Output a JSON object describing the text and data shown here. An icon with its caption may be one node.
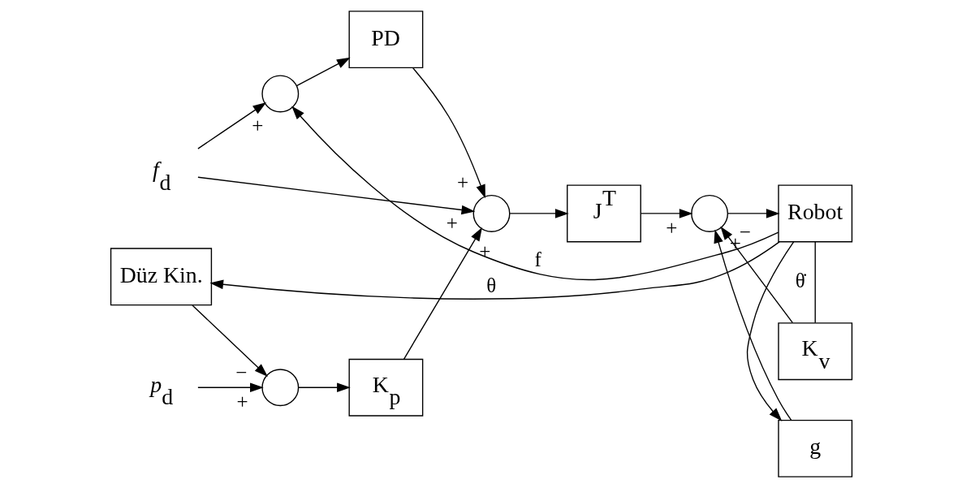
{
  "diagram": {
    "nodes": [
      {
        "text": [
          "*f*$_{d}$"
        ]
      },
      {
        "text": [],
        "shape": "circle"
      },
      {
        "text": [
          "PD"
        ]
      },
      {
        "text": [],
        "shape": "circle"
      },
      {
        "text": [
          "J$^{T}$"
        ]
      },
      {
        "text": [],
        "shape": "circle"
      },
      {
        "text": [
          "Robot"
        ]
      },
      {
        "text": [
          "g"
        ]
      },
      {
        "text": [
          "K$_{v}$"
        ]
      },
      {
        "text": [
          "*p*$_{d}$"
        ]
      },
      {
        "text": [],
        "shape": "circle"
      },
      {
        "text": [
          "K$_{p}$"
        ]
      },
      {
        "text": [
          "Düz Kin."
        ]
      }
    ],
    "edges": [
      {
        "from": 0,
        "to": 1,
        "arrow": "to",
        "label": "+"
      },
      {
        "from": 1,
        "to": 2,
        "arrow": "to"
      },
      {
        "from": 2,
        "to": 3,
        "arrow": "to",
        "label": "+"
      },
      {
        "from": 0,
        "to": 3,
        "arrow": "to",
        "label": "+"
      },
      {
        "from": 11,
        "to": 3,
        "arrow": "to",
        "label": "+"
      },
      {
        "from": 3,
        "to": 4,
        "arrow": "to"
      },
      {
        "from": 4,
        "to": 5,
        "arrow": "to",
        "label": "+"
      },
      {
        "from": 7,
        "to": 5,
        "arrow": "to",
        "label": "+"
      },
      {
        "from": 8,
        "to": 5,
        "arrow": "to",
        "label": "−"
      },
      {
        "from": 5,
        "to": 6,
        "arrow": "to"
      },
      {
        "from": 6,
        "to": 1,
        "arrow": "to",
        "label": "f"
      },
      {
        "from": 6,
        "to": 7,
        "arrow": "to"
      },
      {
        "from": 6,
        "to": 12,
        "arrow": "to",
        "label": "θ"
      },
      {
        "from": 6,
        "to": 8,
        "arrow": "none",
        "label": "θ̇"
      },
      {
        "from": 9,
        "to": 10,
        "arrow": "to",
        "label": "+"
      },
      {
        "from": 10,
        "to": 11,
        "arrow": "to"
      },
      {
        "from": 12,
        "to": 10,
        "arrow": "to",
        "label": "−"
      }
    ]
  }
}
